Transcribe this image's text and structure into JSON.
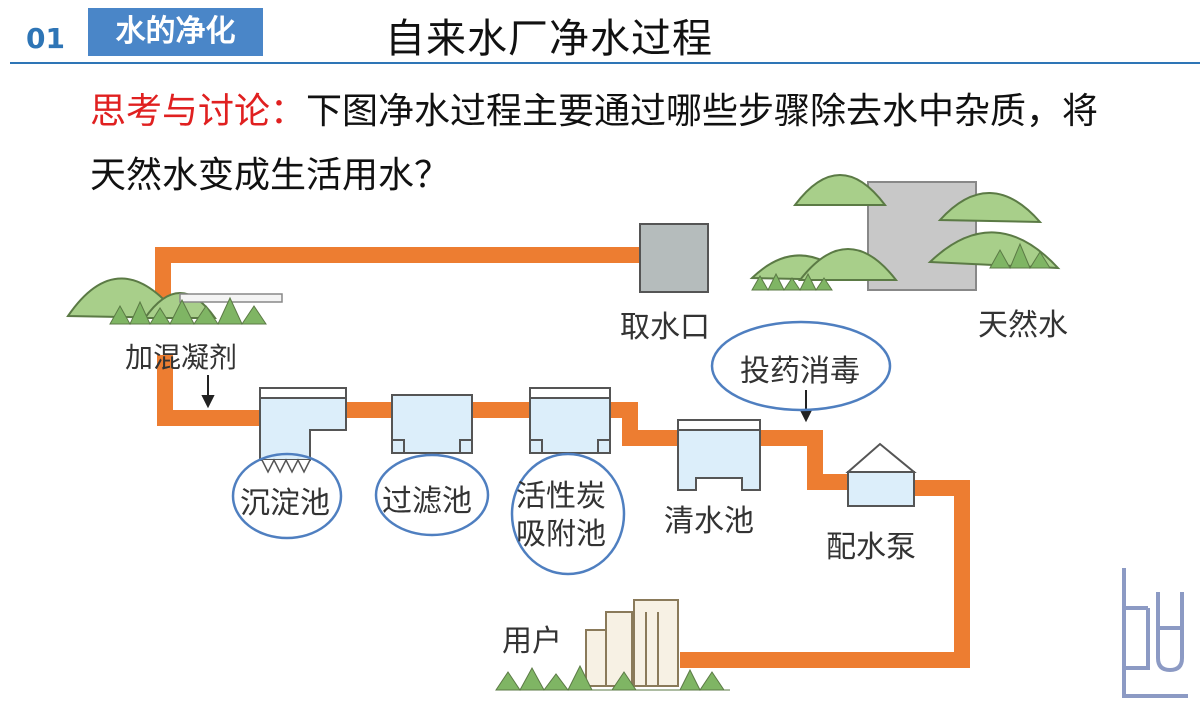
{
  "header": {
    "section_number": "01",
    "section_label": "水的净化",
    "title": "自来水厂净水过程"
  },
  "question": {
    "lead": "思考与讨论：",
    "text": "下图净水过程主要通过哪些步骤除去水中杂质，将天然水变成生活用水？"
  },
  "diagram": {
    "natural_water": "天然水",
    "intake": "取水口",
    "coagulant": "加混凝剂",
    "sedimentation": "沉淀池",
    "filtration": "过滤池",
    "carbon_line1": "活性炭",
    "carbon_line2": "吸附池",
    "clear_water": "清水池",
    "disinfect": "投药消毒",
    "pump": "配水泵",
    "users": "用户"
  },
  "colors": {
    "pipe": "#ed7d31",
    "water": "#dceefa",
    "accent": "#2e75b6",
    "lead_text": "#e02020",
    "highlight_circle": "#4f7fc0"
  }
}
